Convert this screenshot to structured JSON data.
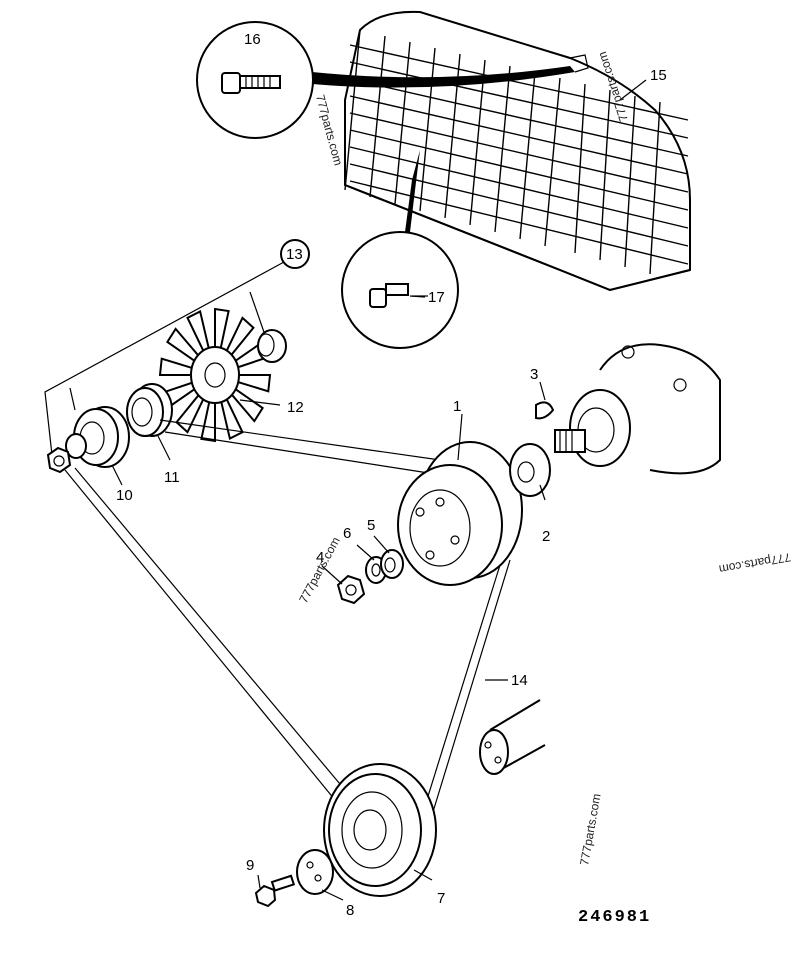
{
  "drawing": {
    "part_labels": [
      "1",
      "2",
      "3",
      "4",
      "5",
      "6",
      "7",
      "8",
      "9",
      "10",
      "11",
      "12",
      "13",
      "14",
      "15",
      "16",
      "17"
    ],
    "drawing_number": "246981",
    "watermark": "777parts.com"
  }
}
